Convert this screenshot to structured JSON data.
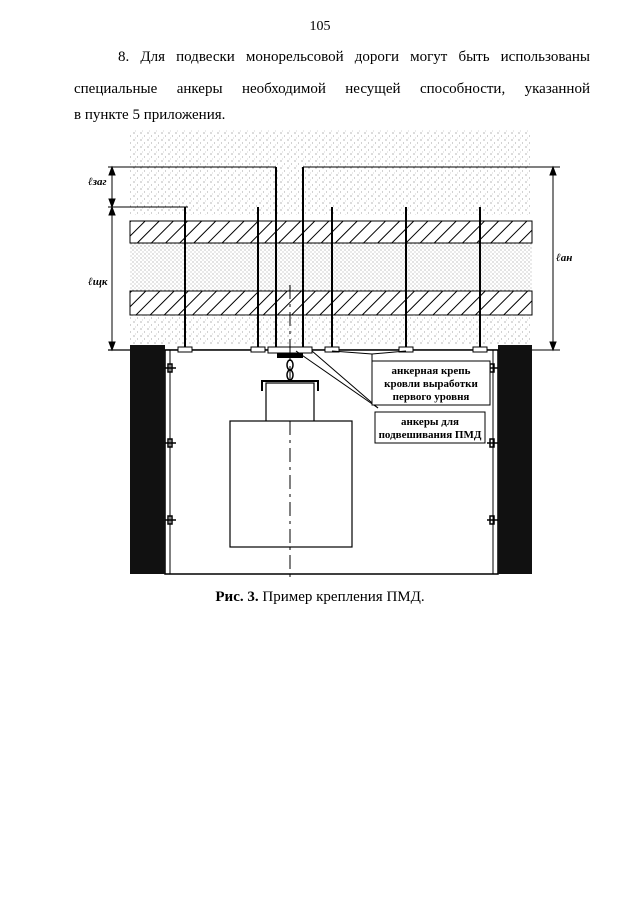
{
  "page": {
    "number": "105"
  },
  "paragraph": {
    "line1": "8. Для подвески монорельсовой дороги могут быть использованы",
    "line2": "специальные анкеры необходимой несущей способности, указанной",
    "line3": "в пункте 5 приложения."
  },
  "figure": {
    "dim_label_top": "ℓзаг",
    "dim_label_mid": "ℓщк",
    "dim_label_right": "ℓан",
    "callout_roof": {
      "line1": "анкерная крепь",
      "line2": "кровли выработки",
      "line3": "первого уровня"
    },
    "callout_pmd": {
      "line1": "анкеры для",
      "line2": "подвешивания ПМД"
    }
  },
  "caption": {
    "label": "Рис. 3.",
    "text": "Пример крепления ПМД."
  }
}
